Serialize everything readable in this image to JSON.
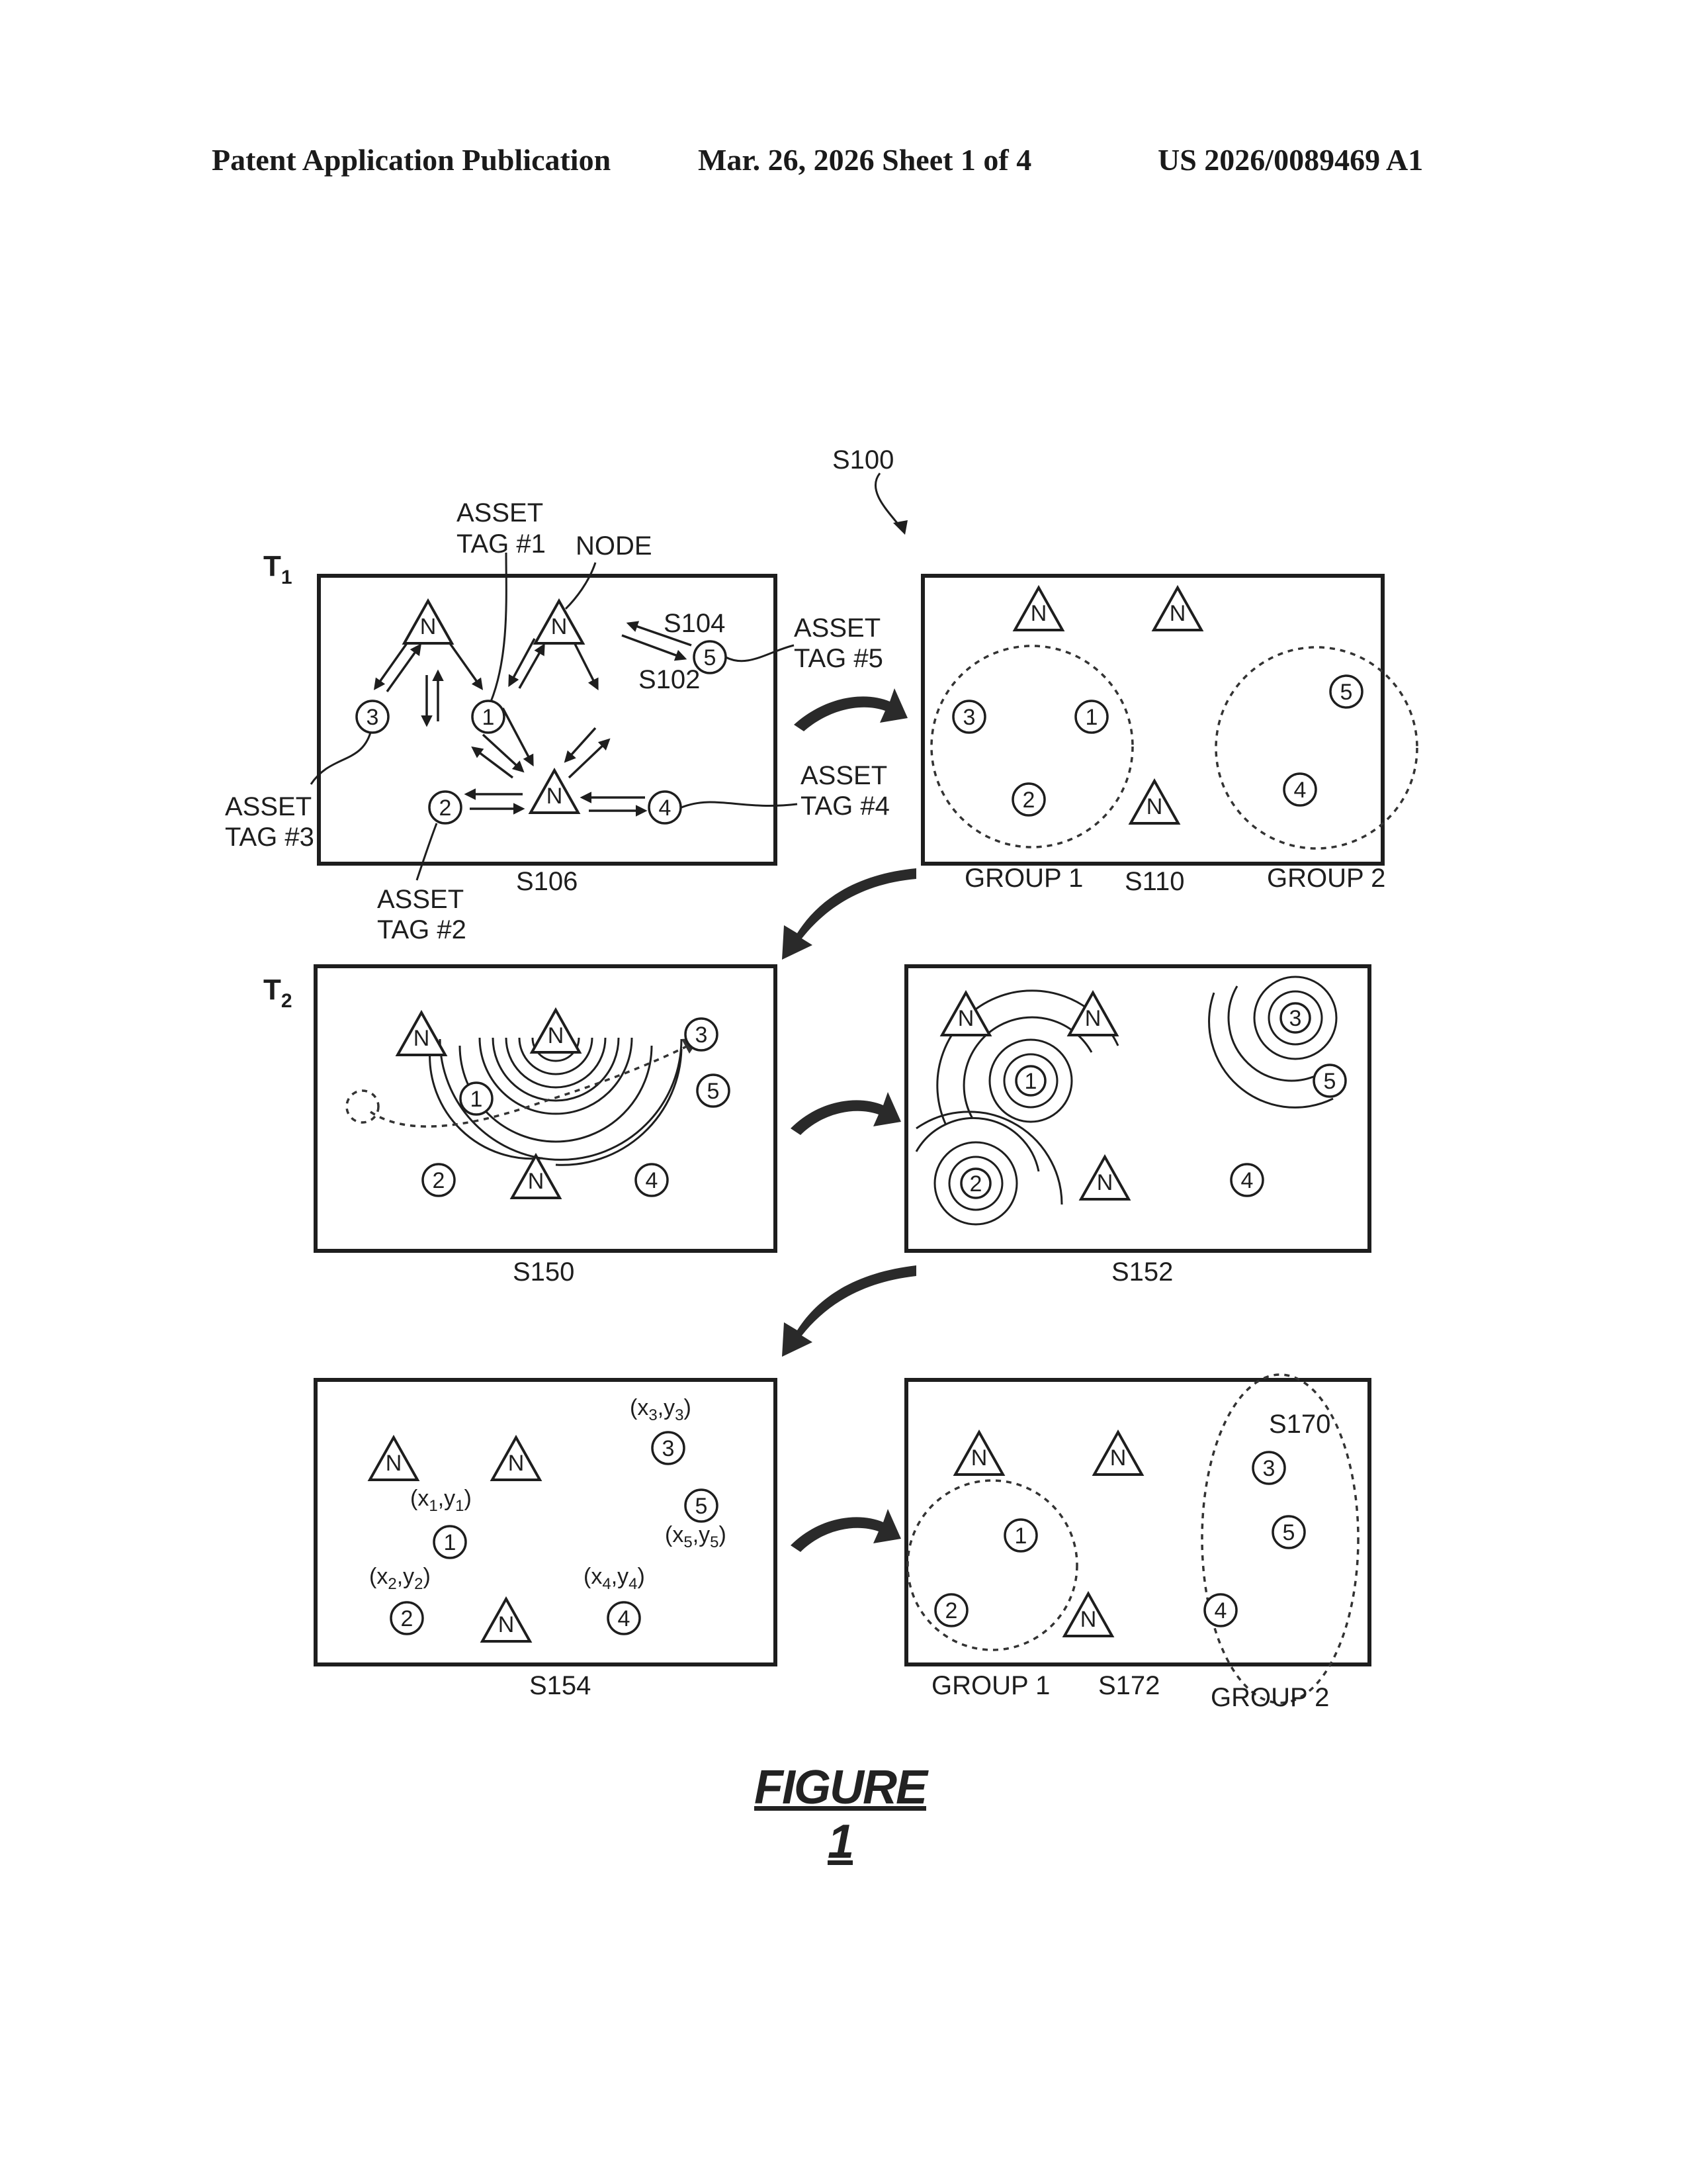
{
  "header": {
    "title": "Patent Application Publication",
    "date_sheet": "Mar. 26, 2026  Sheet 1 of 4",
    "pub_number": "US 2026/0089469 A1"
  },
  "figure": {
    "ref_main": "S100",
    "time_1": "T",
    "time_1_sub": "1",
    "time_2": "T",
    "time_2_sub": "2",
    "node_letter": "N",
    "tag_numbers": [
      "1",
      "2",
      "3",
      "4",
      "5"
    ],
    "labels": {
      "asset_tag_1": [
        "ASSET",
        "TAG #1"
      ],
      "node": "NODE",
      "asset_tag_5": [
        "ASSET",
        "TAG #5"
      ],
      "asset_tag_4": [
        "ASSET",
        "TAG #4"
      ],
      "asset_tag_3": [
        "ASSET",
        "TAG #3"
      ],
      "asset_tag_2": [
        "ASSET",
        "TAG #2"
      ],
      "s104": "S104",
      "s102": "S102",
      "s170": "S170"
    },
    "panel_labels": {
      "s106": "S106",
      "s110": "S110",
      "s150": "S150",
      "s152": "S152",
      "s154": "S154",
      "s172": "S172"
    },
    "groups": {
      "group_1": "GROUP 1",
      "group_2": "GROUP 2"
    },
    "coords": {
      "c3": {
        "x": "x",
        "xs": "3",
        "y": "y",
        "ys": "3"
      },
      "c1": {
        "x": "x",
        "xs": "1",
        "y": "y",
        "ys": "1"
      },
      "c5": {
        "x": "x",
        "xs": "5",
        "y": "y",
        "ys": "5"
      },
      "c2": {
        "x": "x",
        "xs": "2",
        "y": "y",
        "ys": "2"
      },
      "c4": {
        "x": "x",
        "xs": "4",
        "y": "y",
        "ys": "4"
      }
    },
    "caption": "FIGURE 1"
  }
}
